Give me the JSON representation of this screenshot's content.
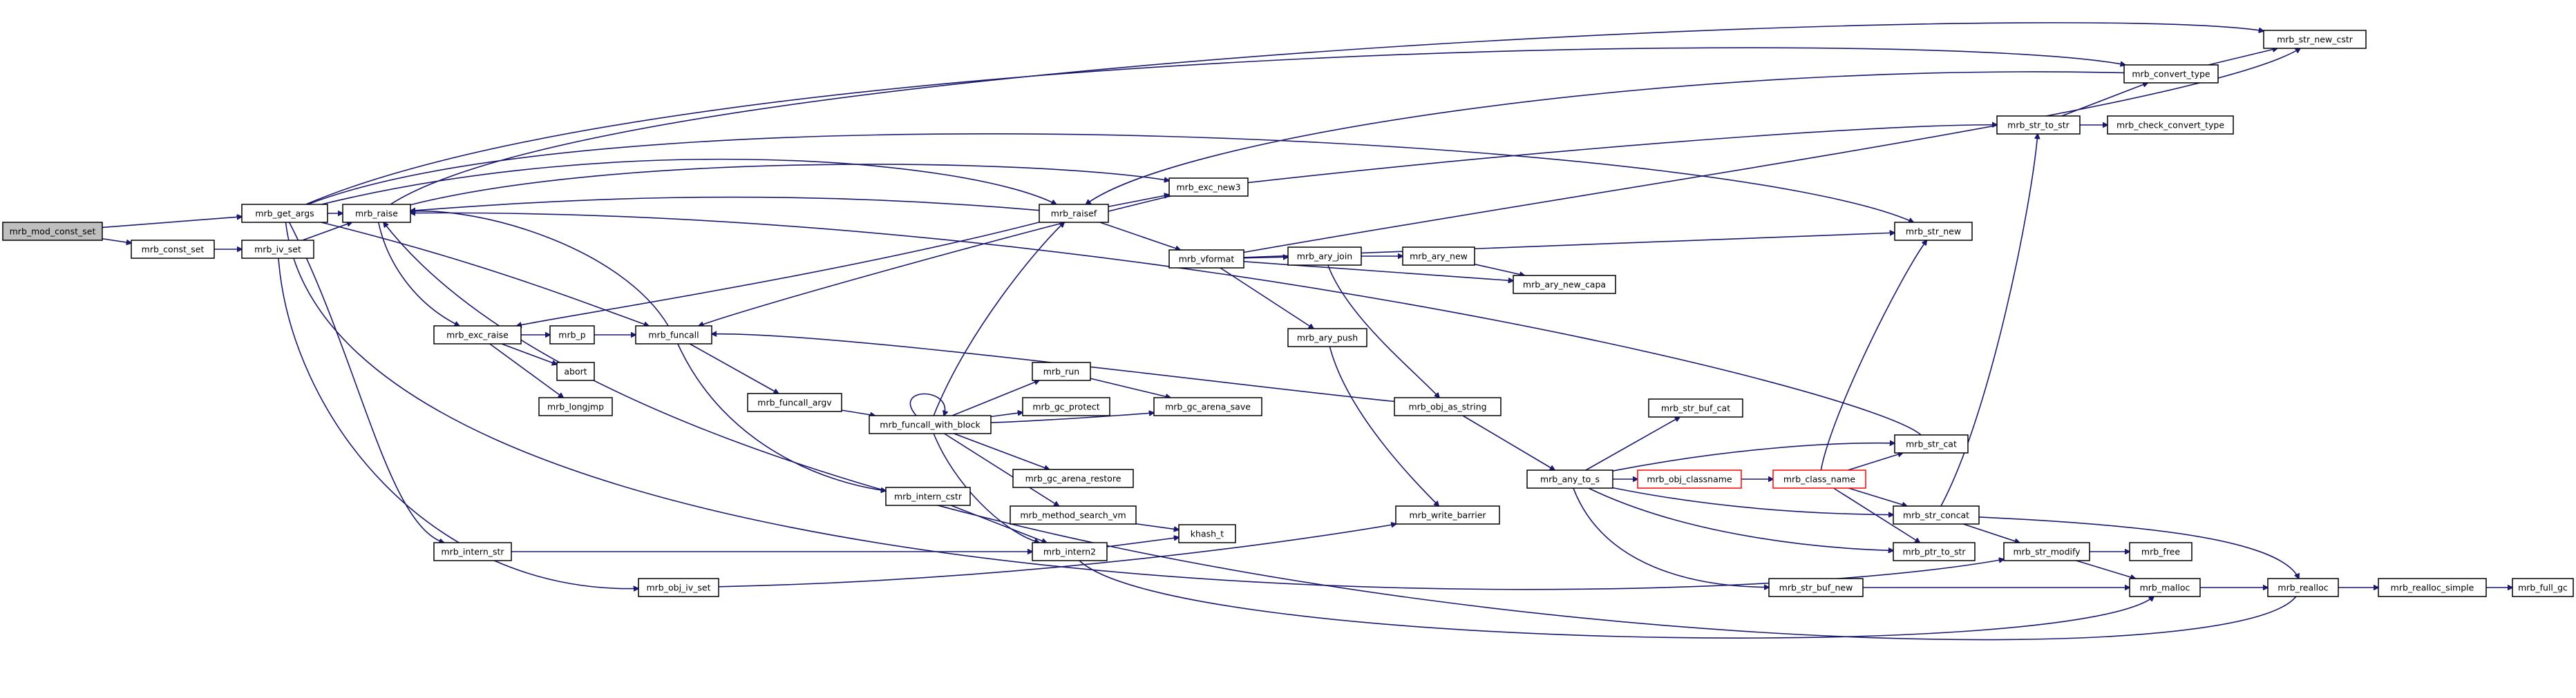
{
  "colors": {
    "edge": "#191970",
    "root_fill": "#bfbfbf",
    "node_border": "#000000",
    "highlight_border": "#ff0000"
  },
  "nodes": [
    {
      "id": "n_mod_const_set",
      "label": "mrb_mod_const_set",
      "root": true
    },
    {
      "id": "n_get_args",
      "label": "mrb_get_args"
    },
    {
      "id": "n_const_set",
      "label": "mrb_const_set"
    },
    {
      "id": "n_iv_set",
      "label": "mrb_iv_set"
    },
    {
      "id": "n_raise",
      "label": "mrb_raise"
    },
    {
      "id": "n_exc_raise",
      "label": "mrb_exc_raise"
    },
    {
      "id": "n_p",
      "label": "mrb_p"
    },
    {
      "id": "n_abort",
      "label": "abort"
    },
    {
      "id": "n_longjmp",
      "label": "mrb_longjmp"
    },
    {
      "id": "n_funcall",
      "label": "mrb_funcall"
    },
    {
      "id": "n_funcall_argv",
      "label": "mrb_funcall_argv"
    },
    {
      "id": "n_funcall_with_block",
      "label": "mrb_funcall_with_block"
    },
    {
      "id": "n_run",
      "label": "mrb_run"
    },
    {
      "id": "n_gc_protect",
      "label": "mrb_gc_protect"
    },
    {
      "id": "n_gc_arena_save",
      "label": "mrb_gc_arena_save"
    },
    {
      "id": "n_gc_arena_restore",
      "label": "mrb_gc_arena_restore"
    },
    {
      "id": "n_method_search_vm",
      "label": "mrb_method_search_vm"
    },
    {
      "id": "n_khash_t",
      "label": "khash_t"
    },
    {
      "id": "n_intern_cstr",
      "label": "mrb_intern_cstr"
    },
    {
      "id": "n_intern2",
      "label": "mrb_intern2"
    },
    {
      "id": "n_intern_str",
      "label": "mrb_intern_str"
    },
    {
      "id": "n_obj_iv_set",
      "label": "mrb_obj_iv_set"
    },
    {
      "id": "n_raisef",
      "label": "mrb_raisef"
    },
    {
      "id": "n_exc_new3",
      "label": "mrb_exc_new3"
    },
    {
      "id": "n_vformat",
      "label": "mrb_vformat"
    },
    {
      "id": "n_ary_join",
      "label": "mrb_ary_join"
    },
    {
      "id": "n_ary_new",
      "label": "mrb_ary_new"
    },
    {
      "id": "n_ary_new_capa",
      "label": "mrb_ary_new_capa"
    },
    {
      "id": "n_ary_push",
      "label": "mrb_ary_push"
    },
    {
      "id": "n_obj_as_string",
      "label": "mrb_obj_as_string"
    },
    {
      "id": "n_write_barrier",
      "label": "mrb_write_barrier"
    },
    {
      "id": "n_any_to_s",
      "label": "mrb_any_to_s"
    },
    {
      "id": "n_str_buf_cat",
      "label": "mrb_str_buf_cat"
    },
    {
      "id": "n_obj_classname",
      "label": "mrb_obj_classname",
      "red": true
    },
    {
      "id": "n_class_name",
      "label": "mrb_class_name",
      "red": true
    },
    {
      "id": "n_str_cat",
      "label": "mrb_str_cat"
    },
    {
      "id": "n_str_concat",
      "label": "mrb_str_concat"
    },
    {
      "id": "n_ptr_to_str",
      "label": "mrb_ptr_to_str"
    },
    {
      "id": "n_str_buf_new",
      "label": "mrb_str_buf_new"
    },
    {
      "id": "n_str_modify",
      "label": "mrb_str_modify"
    },
    {
      "id": "n_free",
      "label": "mrb_free"
    },
    {
      "id": "n_malloc",
      "label": "mrb_malloc"
    },
    {
      "id": "n_realloc",
      "label": "mrb_realloc"
    },
    {
      "id": "n_realloc_simple",
      "label": "mrb_realloc_simple"
    },
    {
      "id": "n_full_gc",
      "label": "mrb_full_gc"
    },
    {
      "id": "n_str_new",
      "label": "mrb_str_new"
    },
    {
      "id": "n_str_to_str",
      "label": "mrb_str_to_str"
    },
    {
      "id": "n_check_convert_type",
      "label": "mrb_check_convert_type"
    },
    {
      "id": "n_convert_type",
      "label": "mrb_convert_type"
    },
    {
      "id": "n_str_new_cstr",
      "label": "mrb_str_new_cstr"
    }
  ]
}
